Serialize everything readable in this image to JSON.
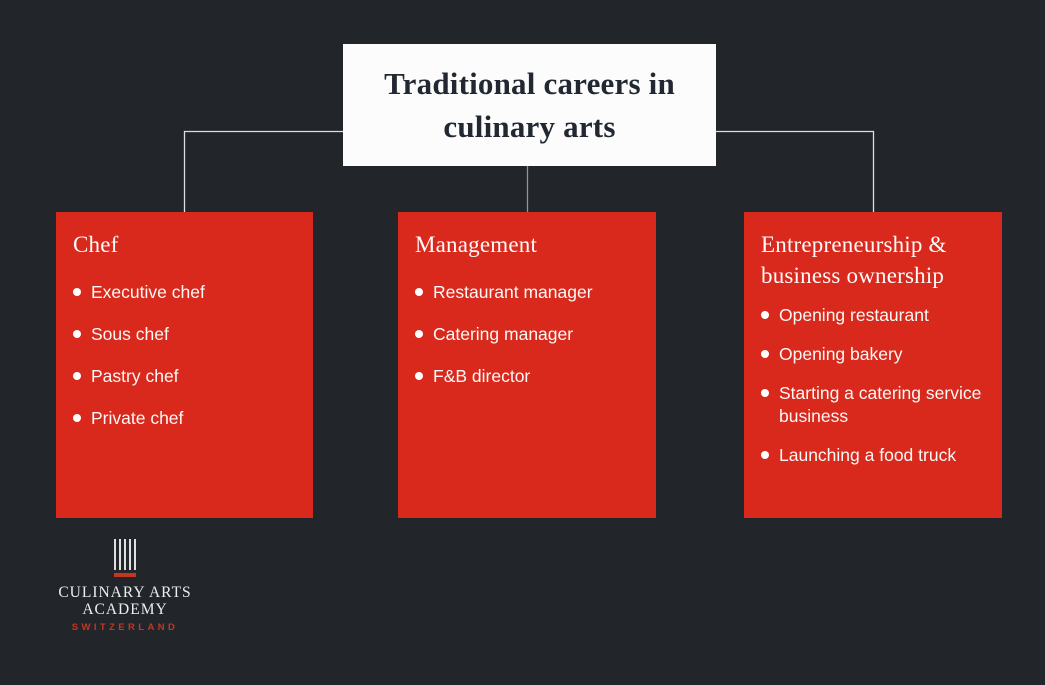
{
  "root": {
    "title": "Traditional careers in culinary arts"
  },
  "branches": [
    {
      "title": "Chef",
      "items": [
        "Executive chef",
        "Sous chef",
        "Pastry chef",
        "Private chef"
      ]
    },
    {
      "title": "Management",
      "items": [
        "Restaurant manager",
        "Catering manager",
        "F&B director"
      ]
    },
    {
      "title": "Entrepreneurship & business ownership",
      "items": [
        "Opening restaurant",
        "Opening bakery",
        "Starting a catering service business",
        "Launching a food truck"
      ]
    }
  ],
  "logo": {
    "line1": "CULINARY ARTS",
    "line2": "ACADEMY",
    "line3": "SWITZERLAND"
  },
  "colors": {
    "bg": "#22262b",
    "box-red": "#d8291c",
    "title-box-bg": "#fcfcfc",
    "title-text": "#222831",
    "connector": "#dcdee0",
    "connector-mid": "#90959a",
    "logo-red": "#c63522"
  }
}
